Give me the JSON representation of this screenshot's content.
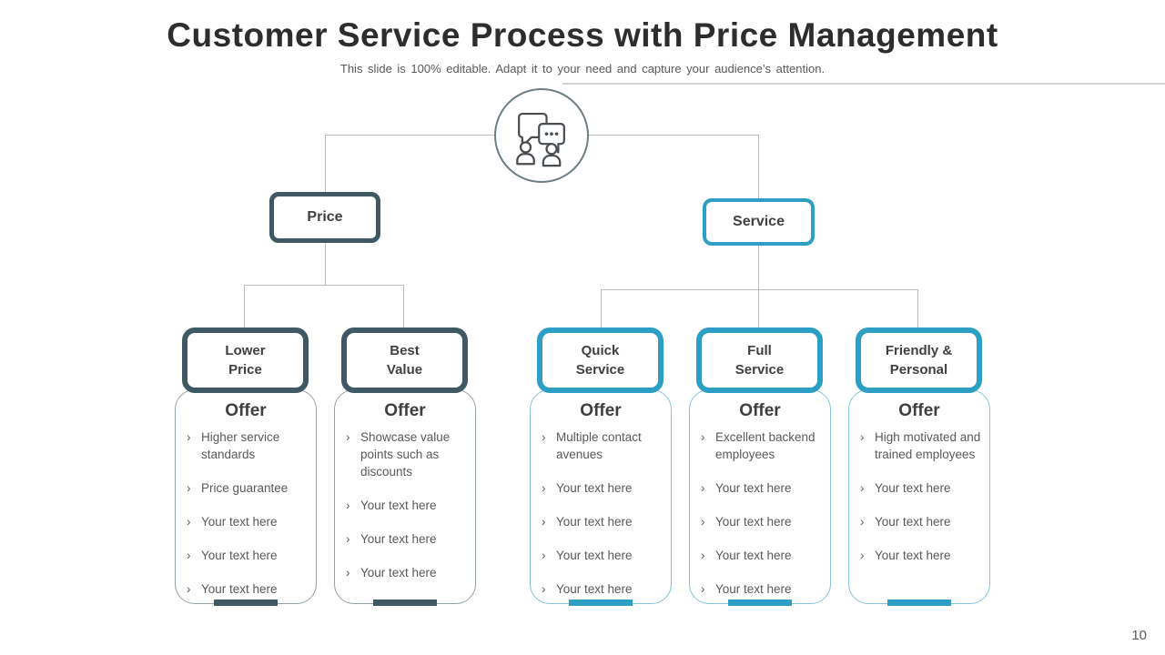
{
  "slide": {
    "title": "Customer Service Process with Price Management",
    "subtitle": "This slide is 100% editable. Adapt it to your need and capture your audience’s attention.",
    "page_number": "10"
  },
  "colors": {
    "price_accent": "#3e5964",
    "service_accent": "#2e9fc4",
    "price_panel_border": "#93a0a7",
    "service_panel_border": "#86c3d8",
    "connector": "#bcbcbc",
    "heading_text": "#3f3f3f",
    "body_text": "#595959"
  },
  "ui": {
    "bullet_char": "›",
    "root_icon": "customer-conversation-icon"
  },
  "tree": {
    "price": {
      "label": "Price",
      "children": [
        {
          "label_lines": [
            "Lower",
            "Price"
          ],
          "offer_title": "Offer",
          "bullets": [
            "Higher service standards",
            "Price guarantee",
            "Your text here",
            "Your text here",
            "Your text here"
          ]
        },
        {
          "label_lines": [
            "Best",
            "Value"
          ],
          "offer_title": "Offer",
          "bullets": [
            "Showcase value points such as discounts",
            "Your text here",
            "Your text here",
            "Your text here"
          ]
        }
      ]
    },
    "service": {
      "label": "Service",
      "children": [
        {
          "label_lines": [
            "Quick",
            "Service"
          ],
          "offer_title": "Offer",
          "bullets": [
            "Multiple contact avenues",
            "Your text here",
            "Your text here",
            "Your text here",
            "Your text here"
          ]
        },
        {
          "label_lines": [
            "Full",
            "Service"
          ],
          "offer_title": "Offer",
          "bullets": [
            "Excellent backend employees",
            "Your text here",
            "Your text here",
            "Your text here",
            "Your text here"
          ]
        },
        {
          "label_lines": [
            "Friendly &",
            "Personal"
          ],
          "offer_title": "Offer",
          "bullets": [
            "High motivated and trained employees",
            "Your text here",
            "Your text here",
            "Your text here"
          ]
        }
      ]
    }
  }
}
